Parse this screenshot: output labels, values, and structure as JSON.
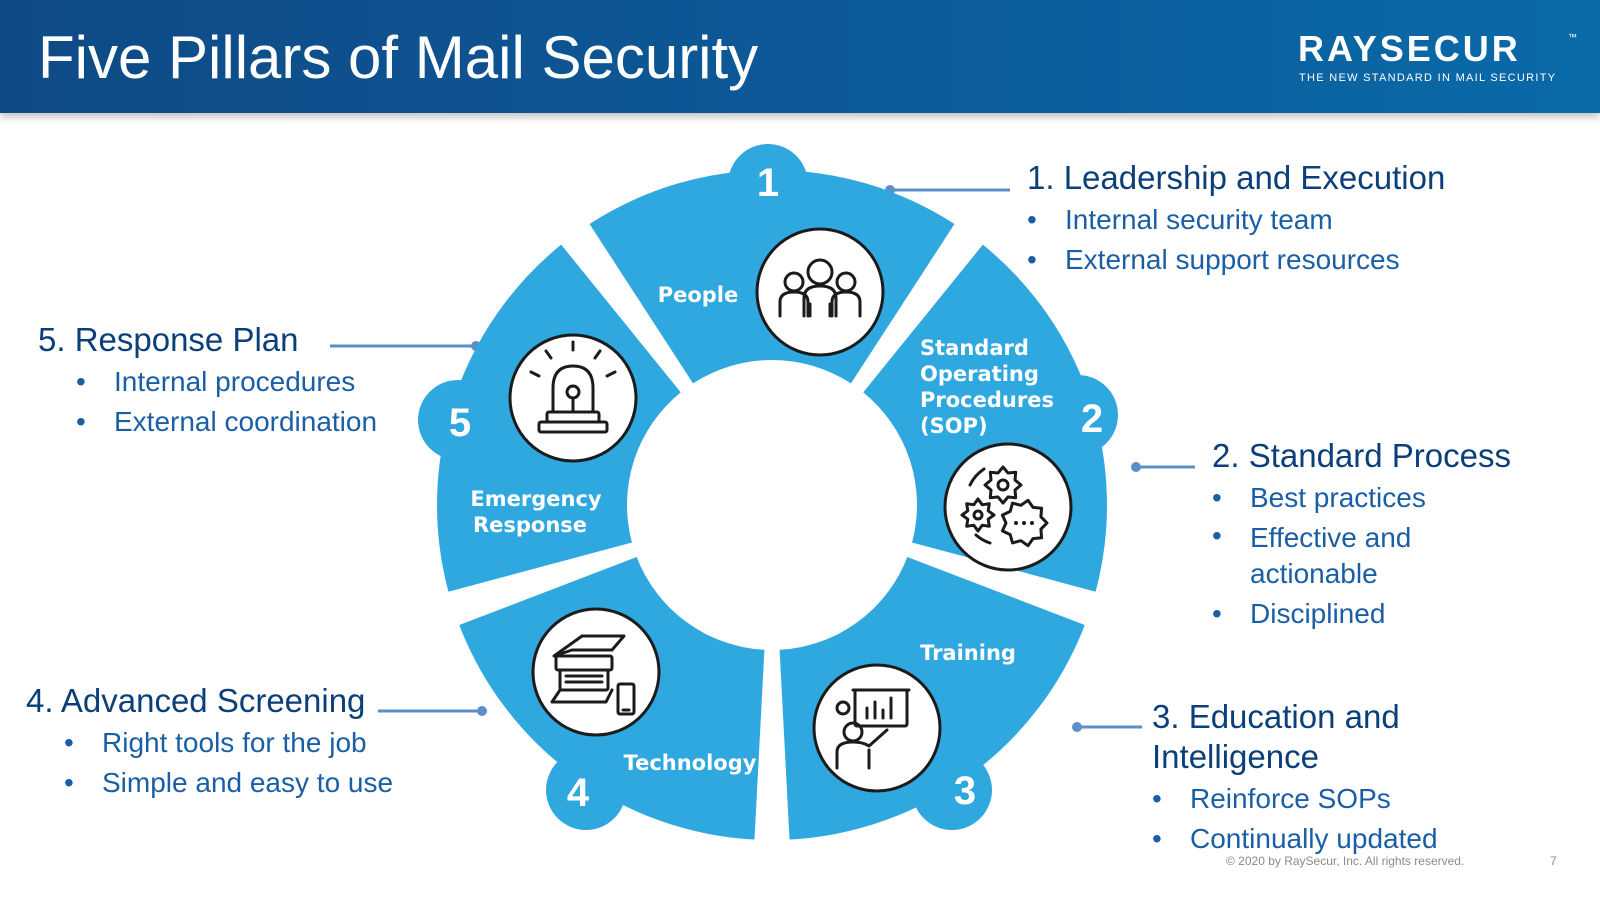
{
  "header": {
    "title": "Five Pillars of Mail Security",
    "logo_text": "RAYSECUR",
    "logo_tm": "™",
    "logo_tagline": "THE NEW STANDARD IN MAIL SECURITY"
  },
  "colors": {
    "header_bg": "#0d5a99",
    "segment": "#2fa8e0",
    "connector": "#5b8fc7",
    "heading_text": "#0a3f7a",
    "bullet_text": "#1a5fa6"
  },
  "wheel": {
    "segments": [
      {
        "number": "1",
        "label": [
          "People"
        ],
        "icon": "people-icon"
      },
      {
        "number": "2",
        "label": [
          "Standard",
          "Operating",
          "Procedures",
          "(SOP)"
        ],
        "icon": "gears-icon"
      },
      {
        "number": "3",
        "label": [
          "Training"
        ],
        "icon": "presenter-icon"
      },
      {
        "number": "4",
        "label": [
          "Technology"
        ],
        "icon": "xray-scanner-icon"
      },
      {
        "number": "5",
        "label": [
          "Emergency",
          "Response"
        ],
        "icon": "alarm-beacon-icon"
      }
    ]
  },
  "pillars": [
    {
      "heading": "1. Leadership and Execution",
      "bullets": [
        "Internal security team",
        "External support resources"
      ]
    },
    {
      "heading": "2. Standard Process",
      "bullets": [
        "Best practices",
        "Effective and actionable",
        "Disciplined"
      ]
    },
    {
      "heading": "3. Education and Intelligence",
      "bullets": [
        "Reinforce SOPs",
        "Continually updated"
      ]
    },
    {
      "heading": "4. Advanced Screening",
      "bullets": [
        "Right tools for the job",
        "Simple and easy to use"
      ]
    },
    {
      "heading": "5. Response Plan",
      "bullets": [
        "Internal procedures",
        "External coordination"
      ]
    }
  ],
  "footer": {
    "copyright": "© 2020 by RaySecur, Inc. All rights reserved.",
    "page_number": "7"
  }
}
